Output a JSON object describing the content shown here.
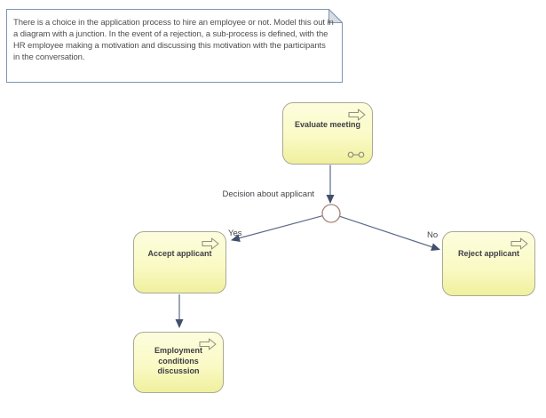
{
  "note": {
    "text": "There is a choice in the application process to hire an employee or not. Model this out in a diagram with a junction. In the event of a rejection, a sub-process is defined, with the HR employee making a motivation and discussing this motivation with the participants in the conversation."
  },
  "diagram": {
    "junction": {
      "label": "Decision about applicant"
    },
    "nodes": [
      {
        "label": "Evaluate meeting",
        "icons": [
          "business-process-icon",
          "subprocess-link-icon"
        ]
      },
      {
        "label": "Accept applicant",
        "icons": [
          "business-process-icon"
        ]
      },
      {
        "label": "Reject applicant",
        "icons": [
          "business-process-icon"
        ]
      },
      {
        "label": "Employment conditions discussion",
        "icons": [
          "business-process-icon"
        ]
      }
    ],
    "edges": [
      {
        "from": "Evaluate meeting",
        "to": "Decision junction",
        "label": ""
      },
      {
        "from": "Decision junction",
        "to": "Accept applicant",
        "label": "Yes"
      },
      {
        "from": "Decision junction",
        "to": "Reject applicant",
        "label": "No"
      },
      {
        "from": "Accept applicant",
        "to": "Employment conditions discussion",
        "label": ""
      }
    ]
  },
  "colors": {
    "process_fill_top": "#FDFDDE",
    "process_fill_bottom": "#F0F09E",
    "process_border": "#A9A996",
    "icon_stroke": "#91917F",
    "connector_line": "#5C6B89",
    "arrowhead": "#424F6D",
    "junction_border": "#A5837B",
    "junction_fill": "#FFFFFF",
    "note_border": "#7D96B4",
    "note_fold_fill": "#D9DDE2",
    "note_text": "#4F4F4F",
    "label_text": "#3E3E46"
  }
}
